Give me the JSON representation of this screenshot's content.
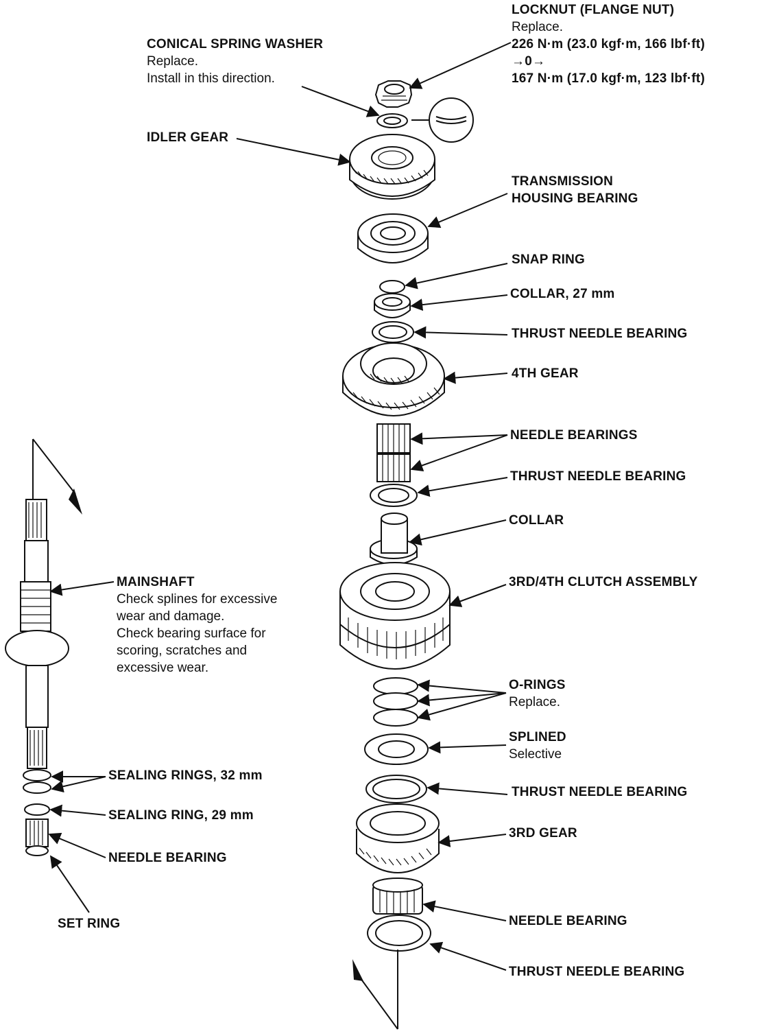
{
  "labels": {
    "locknut": {
      "title": "LOCKNUT (FLANGE NUT)",
      "notes": [
        "Replace.",
        "226 N·m (23.0 kgf·m, 166 lbf·ft)",
        "→0→",
        "167 N·m (17.0 kgf·m, 123 lbf·ft)"
      ]
    },
    "conical_washer": {
      "title": "CONICAL SPRING WASHER",
      "notes": [
        "Replace.",
        "Install in this direction."
      ]
    },
    "idler_gear": {
      "title": "IDLER GEAR"
    },
    "housing_bearing": {
      "title_lines": [
        "TRANSMISSION",
        "HOUSING BEARING"
      ]
    },
    "snap_ring": {
      "title": "SNAP RING"
    },
    "collar_27": {
      "title": "COLLAR, 27 mm"
    },
    "thrust_needle_1": {
      "title": "THRUST NEEDLE BEARING"
    },
    "gear_4th": {
      "title": "4TH GEAR"
    },
    "needle_bearings": {
      "title": "NEEDLE BEARINGS"
    },
    "thrust_needle_2": {
      "title": "THRUST NEEDLE BEARING"
    },
    "collar": {
      "title": "COLLAR"
    },
    "clutch_assembly": {
      "title": "3RD/4TH CLUTCH ASSEMBLY"
    },
    "o_rings": {
      "title": "O-RINGS",
      "notes": [
        "Replace."
      ]
    },
    "splined": {
      "title": "SPLINED",
      "notes": [
        "Selective"
      ]
    },
    "thrust_needle_3": {
      "title": "THRUST NEEDLE BEARING"
    },
    "gear_3rd": {
      "title": "3RD GEAR"
    },
    "needle_bearing_right": {
      "title": "NEEDLE BEARING"
    },
    "thrust_needle_4": {
      "title": "THRUST NEEDLE BEARING"
    },
    "mainshaft": {
      "title": "MAINSHAFT",
      "notes": [
        "Check splines for excessive",
        "wear and damage.",
        "Check bearing surface for",
        "scoring, scratches and",
        "excessive wear."
      ]
    },
    "sealing_rings_32": {
      "title": "SEALING RINGS, 32 mm"
    },
    "sealing_ring_29": {
      "title": "SEALING RING, 29 mm"
    },
    "needle_bearing_left": {
      "title": "NEEDLE BEARING"
    },
    "set_ring": {
      "title": "SET RING"
    }
  }
}
